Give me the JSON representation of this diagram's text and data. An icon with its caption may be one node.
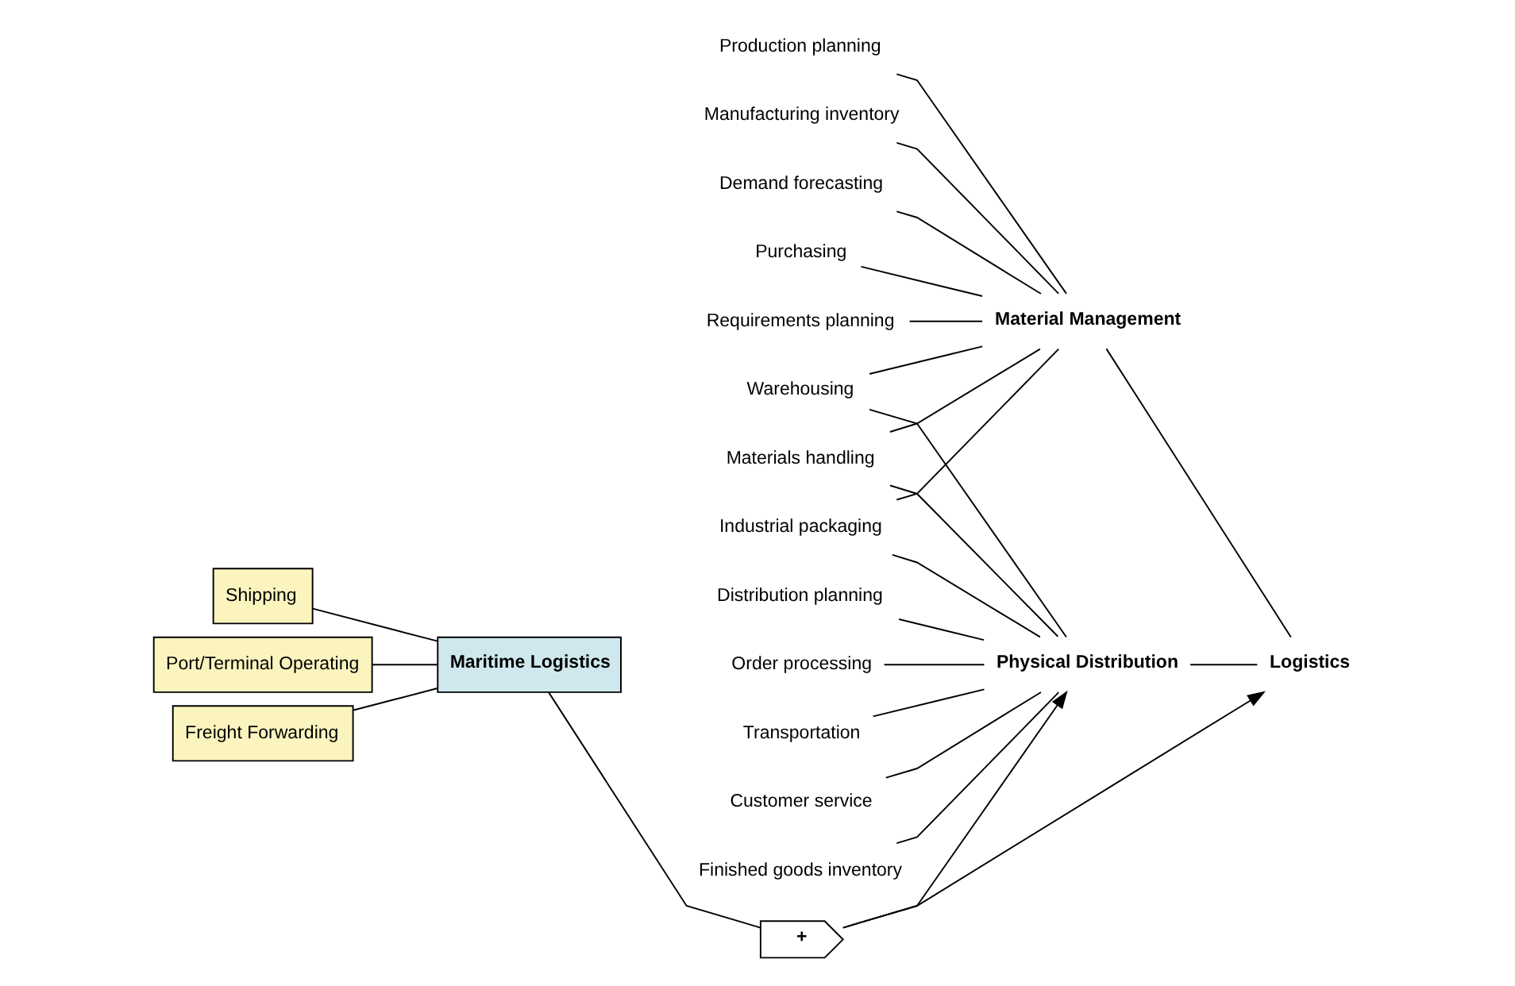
{
  "diagram": {
    "nodes": [
      {
        "text": [
          "Demand forecasting"
        ]
      },
      {
        "text": [
          "Purchasing"
        ]
      },
      {
        "text": [
          "Requirements planning"
        ]
      },
      {
        "text": [
          "Production planning"
        ]
      },
      {
        "text": [
          "Manufacturing inventory"
        ]
      },
      {
        "text": [
          "Material Management"
        ]
      },
      {
        "text": [
          "Logistics"
        ]
      },
      {
        "text": [
          "Shipping"
        ]
      },
      {
        "text": [
          "Warehousing"
        ]
      },
      {
        "text": [
          "Materials handling"
        ]
      },
      {
        "text": [
          "Port/Terminal Operating"
        ]
      },
      {
        "text": [
          "Maritime Logistics"
        ]
      },
      {
        "text": [
          "Industrial packaging"
        ]
      },
      {
        "text": [
          "Finished goods inventory"
        ]
      },
      {
        "text": [
          "Physical Distribution"
        ]
      },
      {
        "text": [
          "Freight Forwarding"
        ]
      },
      {
        "text": [
          "Distribution planning"
        ]
      },
      {
        "text": [
          "Order processing"
        ]
      },
      {
        "text": [
          "Transportation"
        ]
      },
      {
        "text": [
          "Customer service"
        ]
      },
      {
        "text": [
          "+"
        ]
      }
    ],
    "edges": [
      {
        "from": 0,
        "to": 5,
        "arrow": "none"
      },
      {
        "from": 1,
        "to": 5,
        "arrow": "none"
      },
      {
        "from": 2,
        "to": 5,
        "arrow": "none"
      },
      {
        "from": 3,
        "to": 5,
        "arrow": "none"
      },
      {
        "from": 4,
        "to": 5,
        "arrow": "none"
      },
      {
        "from": 8,
        "to": 5,
        "arrow": "none"
      },
      {
        "from": 9,
        "to": 5,
        "arrow": "none"
      },
      {
        "from": 12,
        "to": 5,
        "arrow": "none"
      },
      {
        "from": 8,
        "to": 14,
        "arrow": "none"
      },
      {
        "from": 9,
        "to": 14,
        "arrow": "none"
      },
      {
        "from": 12,
        "to": 14,
        "arrow": "none"
      },
      {
        "from": 13,
        "to": 14,
        "arrow": "none"
      },
      {
        "from": 16,
        "to": 14,
        "arrow": "none"
      },
      {
        "from": 17,
        "to": 14,
        "arrow": "none"
      },
      {
        "from": 18,
        "to": 14,
        "arrow": "none"
      },
      {
        "from": 19,
        "to": 14,
        "arrow": "none"
      },
      {
        "from": 5,
        "to": 6,
        "arrow": "none"
      },
      {
        "from": 14,
        "to": 6,
        "arrow": "none"
      },
      {
        "from": 7,
        "to": 11,
        "arrow": "none"
      },
      {
        "from": 10,
        "to": 11,
        "arrow": "none"
      },
      {
        "from": 15,
        "to": 11,
        "arrow": "none"
      },
      {
        "from": 11,
        "to": 20,
        "arrow": "none"
      },
      {
        "from": 20,
        "to": 14,
        "arrow": "to"
      },
      {
        "from": 20,
        "to": 6,
        "arrow": "to"
      }
    ]
  }
}
